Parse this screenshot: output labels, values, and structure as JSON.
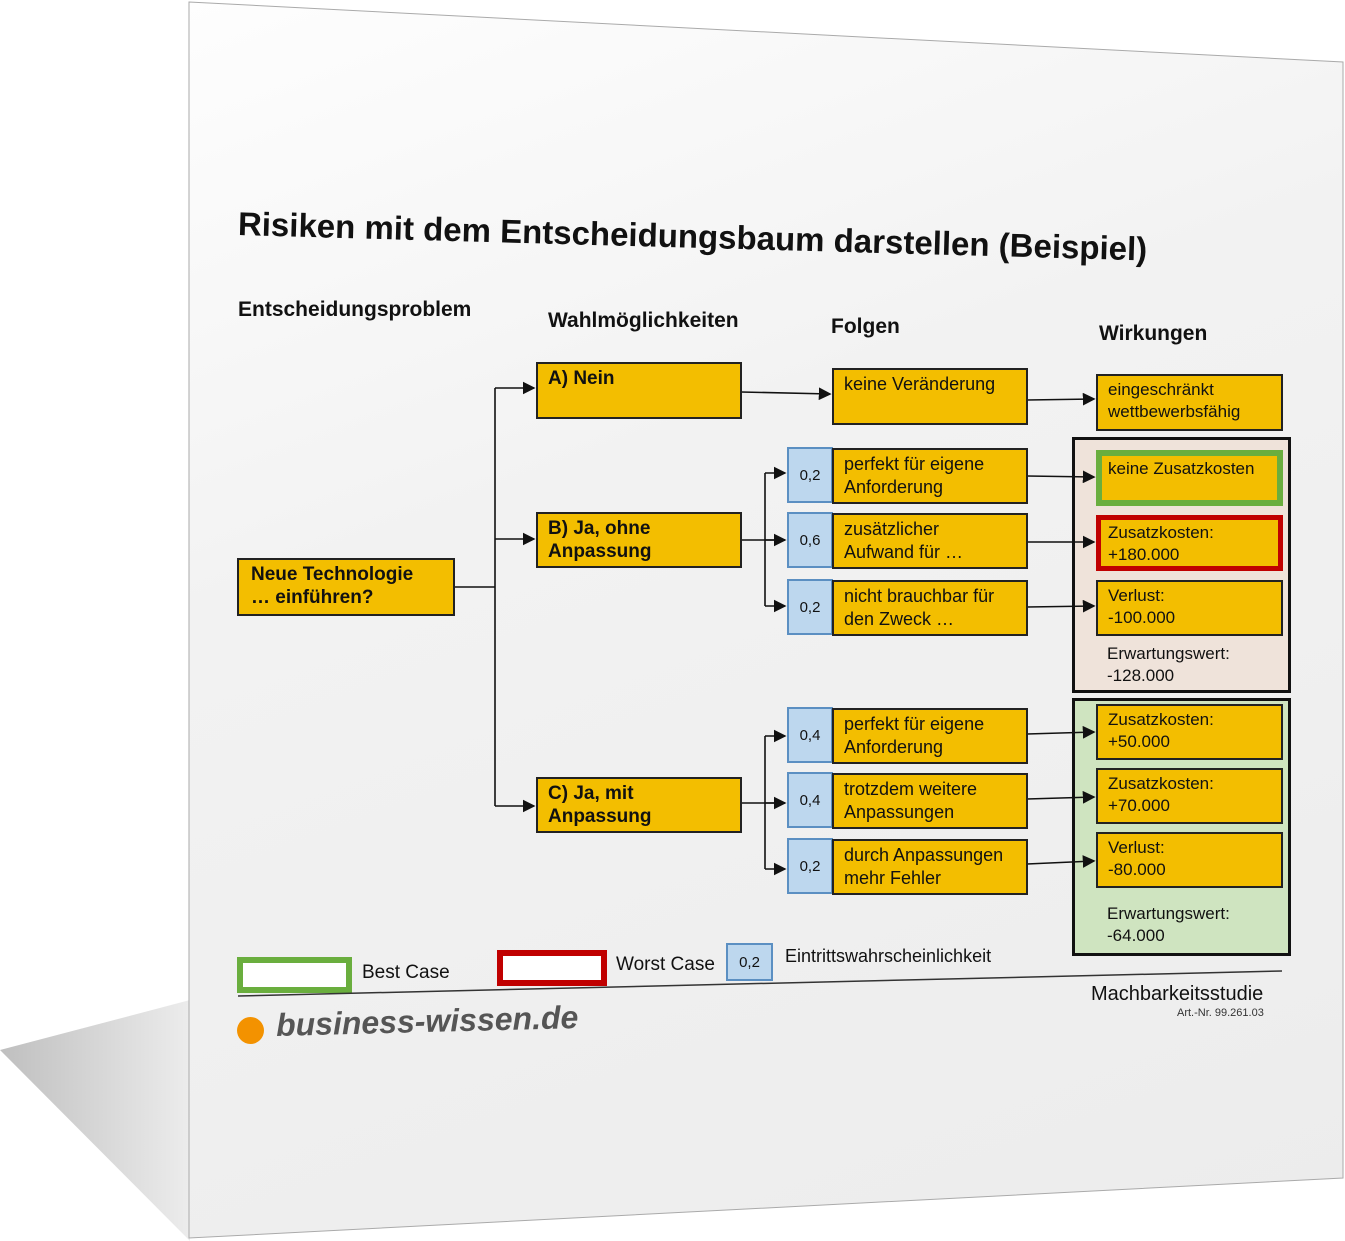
{
  "title": "Risiken mit dem Entscheidungsbaum darstellen (Beispiel)",
  "headers": [
    "Entscheidungsproblem",
    "Wahlmöglichkeiten",
    "Folgen",
    "Wirkungen"
  ],
  "root": {
    "line1": "Neue Technologie",
    "line2": "… einführen?"
  },
  "options": [
    {
      "line1": "A) Nein",
      "line2": ""
    },
    {
      "line1": "B) Ja, ohne",
      "line2": "Anpassung"
    },
    {
      "line1": "C) Ja, mit",
      "line2": "Anpassung"
    }
  ],
  "consequence_a": "keine Veränderung",
  "effect_a": {
    "line1": "eingeschränkt",
    "line2": "wettbewerbsfähig"
  },
  "branches": [
    {
      "prob": "0,2",
      "l1": "perfekt für eigene",
      "l2": "Anforderung",
      "e1": "keine Zusatzkosten",
      "e2": ""
    },
    {
      "prob": "0,6",
      "l1": "zusätzlicher",
      "l2": "Aufwand für …",
      "e1": "Zusatzkosten:",
      "e2": "+180.000"
    },
    {
      "prob": "0,2",
      "l1": "nicht brauchbar für",
      "l2": "den Zweck …",
      "e1": "Verlust:",
      "e2": "-100.000"
    },
    {
      "prob": "0,4",
      "l1": "perfekt für eigene",
      "l2": "Anforderung",
      "e1": "Zusatzkosten:",
      "e2": "+50.000"
    },
    {
      "prob": "0,4",
      "l1": "trotzdem weitere",
      "l2": "Anpassungen",
      "e1": "Zusatzkosten:",
      "e2": "+70.000"
    },
    {
      "prob": "0,2",
      "l1": "durch Anpassungen",
      "l2": "mehr Fehler",
      "e1": "Verlust:",
      "e2": "-80.000"
    }
  ],
  "expected": [
    {
      "label": "Erwartungswert:",
      "value": "-128.000"
    },
    {
      "label": "Erwartungswert:",
      "value": "-64.000"
    }
  ],
  "legend": {
    "best": "Best Case",
    "worst": "Worst Case",
    "prob_sample": "0,2",
    "prob_label": "Eintrittswahrscheinlichkeit"
  },
  "footer": {
    "product": "Machbarkeitsstudie",
    "art_nr": "Art.-Nr. 99.261.03",
    "brand": "business-wissen.de"
  },
  "colors": {
    "box": "#F3BE00",
    "prob": "#BDD7EE",
    "best": "#6AAE3E",
    "worst": "#C00000",
    "group1": "#EFE3DA",
    "group2": "#CFE4C0"
  }
}
